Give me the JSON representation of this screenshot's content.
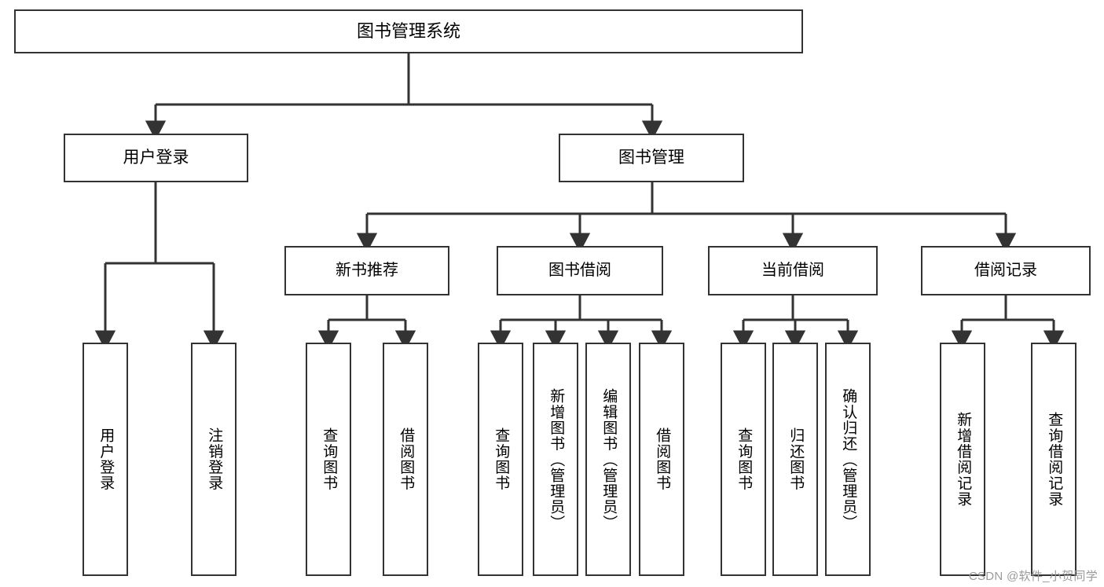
{
  "diagram": {
    "title": "图书管理系统",
    "type": "tree",
    "watermark": "CSDN @软件_小贺同学",
    "colors": {
      "stroke": "#333333",
      "fill": "#ffffff",
      "text": "#000000",
      "watermark": "#9a9a9a"
    },
    "root": {
      "label": "图书管理系统"
    },
    "level2": [
      {
        "label": "用户登录"
      },
      {
        "label": "图书管理"
      }
    ],
    "level3": [
      {
        "label": "新书推荐"
      },
      {
        "label": "图书借阅"
      },
      {
        "label": "当前借阅"
      },
      {
        "label": "借阅记录"
      }
    ],
    "leaves": {
      "user_login": [
        {
          "label": "用户登录"
        },
        {
          "label": "注销登录"
        }
      ],
      "new_book_recommend": [
        {
          "label": "查询图书"
        },
        {
          "label": "借阅图书"
        }
      ],
      "book_borrow": [
        {
          "label": "查询图书"
        },
        {
          "label": "新增图书（管理员）"
        },
        {
          "label": "编辑图书（管理员）"
        },
        {
          "label": "借阅图书"
        }
      ],
      "current_borrow": [
        {
          "label": "查询图书"
        },
        {
          "label": "归还图书"
        },
        {
          "label": "确认归还（管理员）"
        }
      ],
      "borrow_record": [
        {
          "label": "新增借阅记录"
        },
        {
          "label": "查询借阅记录"
        }
      ]
    }
  }
}
